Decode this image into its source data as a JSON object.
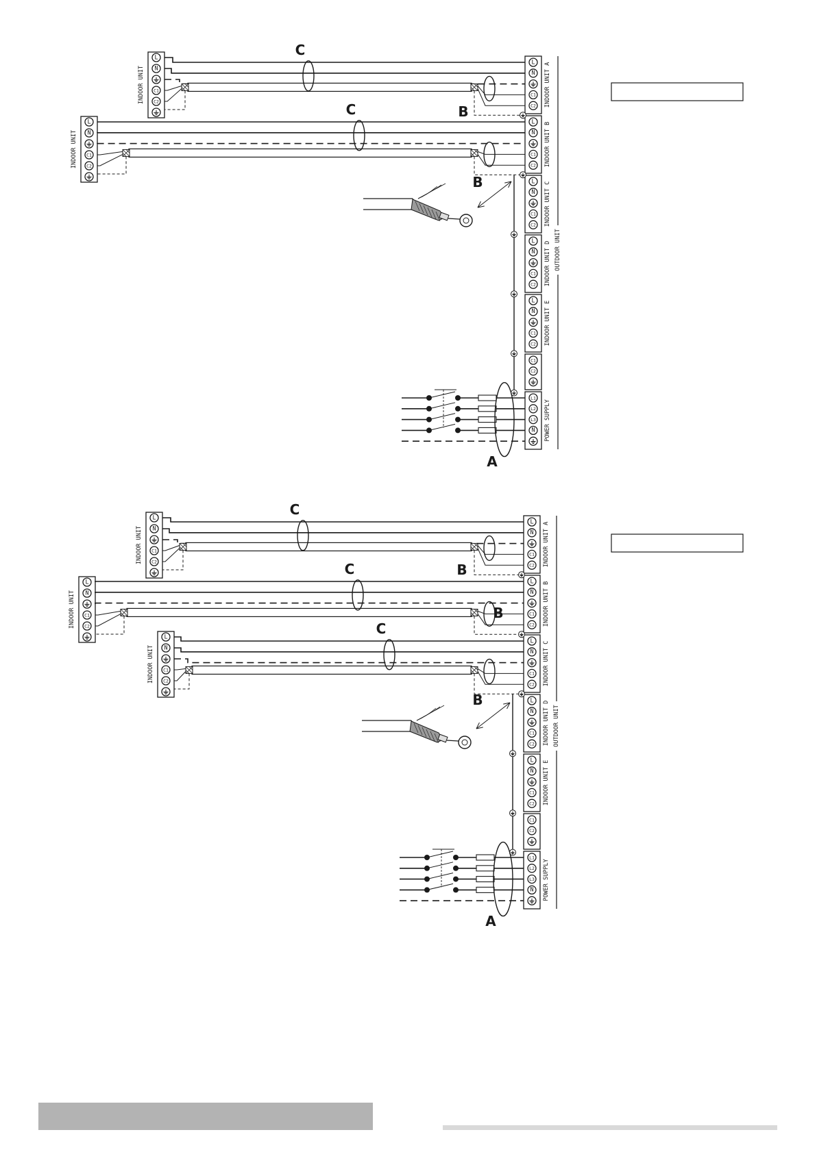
{
  "terminal_letters": {
    "L": "L",
    "N": "N",
    "C1": "C1",
    "C2": "C2",
    "L1": "L1",
    "L2": "L2",
    "L3": "L3"
  },
  "labels": {
    "indoor_unit": "INDOOR UNIT",
    "indoor_unit_a": "INDOOR UNIT A",
    "indoor_unit_b": "INDOOR UNIT B",
    "indoor_unit_c": "INDOOR UNIT C",
    "indoor_unit_d": "INDOOR UNIT D",
    "indoor_unit_e": "INDOOR UNIT E",
    "outdoor_unit": "OUTDOOR UNIT",
    "power_supply": "POWER SUPPLY"
  },
  "cable_labels": {
    "A": "A",
    "B": "B",
    "C": "C"
  },
  "diagram_1": {
    "caption_box": ""
  },
  "diagram_2": {
    "caption_box": ""
  },
  "footer": {
    "left_bar": "",
    "right_rule": ""
  },
  "colors": {
    "ink": "#1a1a1a",
    "footer_bar": "#b3b3b3",
    "footer_rule": "#d9d9d9"
  }
}
